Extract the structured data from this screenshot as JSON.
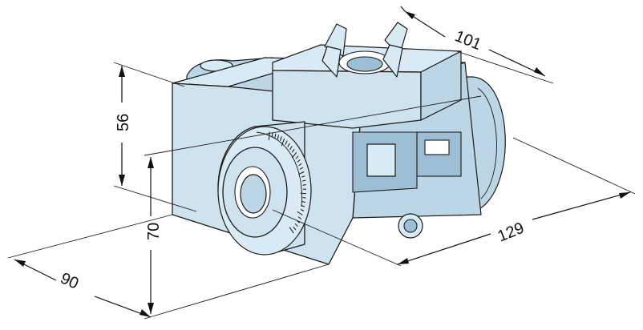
{
  "drawing": {
    "dimensions": {
      "width_top": "101",
      "height_top": "56",
      "height_front": "70",
      "depth_left": "90",
      "length_right": "129"
    }
  }
}
